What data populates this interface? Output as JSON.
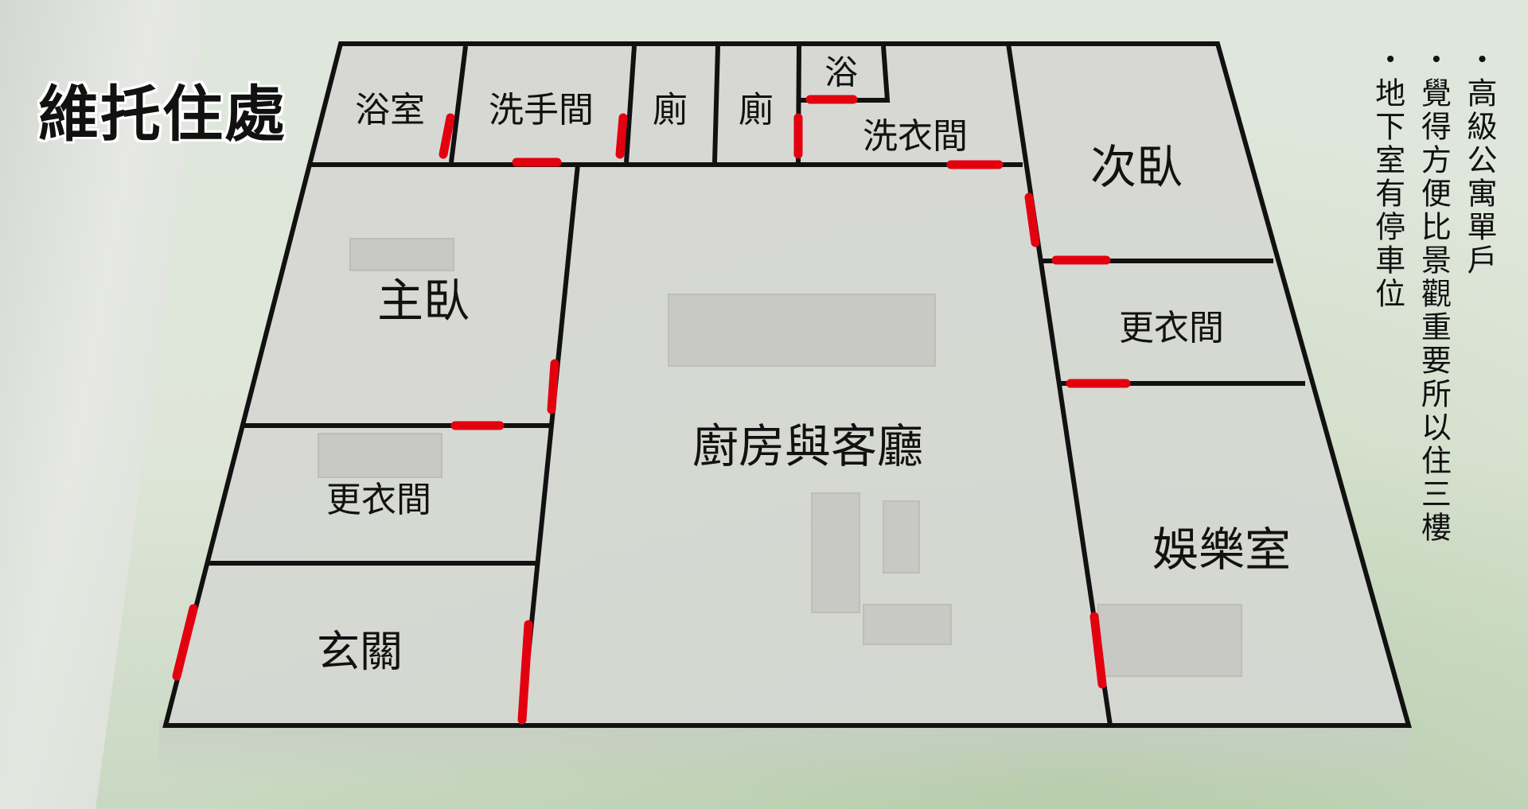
{
  "title": "維托住處",
  "rooms": {
    "bathroom": "浴室",
    "washroom": "洗手間",
    "toilet_1": "廁",
    "toilet_2": "廁",
    "bath_small": "浴",
    "laundry": "洗衣間",
    "second_bedroom": "次臥",
    "master_bedroom": "主臥",
    "walk_in_closet_1": "更衣間",
    "kitchen_living": "廚房與客廳",
    "walk_in_closet_2": "更衣間",
    "entertainment_room": "娛樂室",
    "entrance": "玄關"
  },
  "notes": [
    "・高級公寓單戶",
    "・覺得方便比景觀重要所以住三樓",
    "・地下室有停車位"
  ],
  "colors": {
    "wall": "#111111",
    "door": "#e3000f",
    "floor_overlay": "#d9dad7",
    "title_outline": "#ffffff"
  }
}
